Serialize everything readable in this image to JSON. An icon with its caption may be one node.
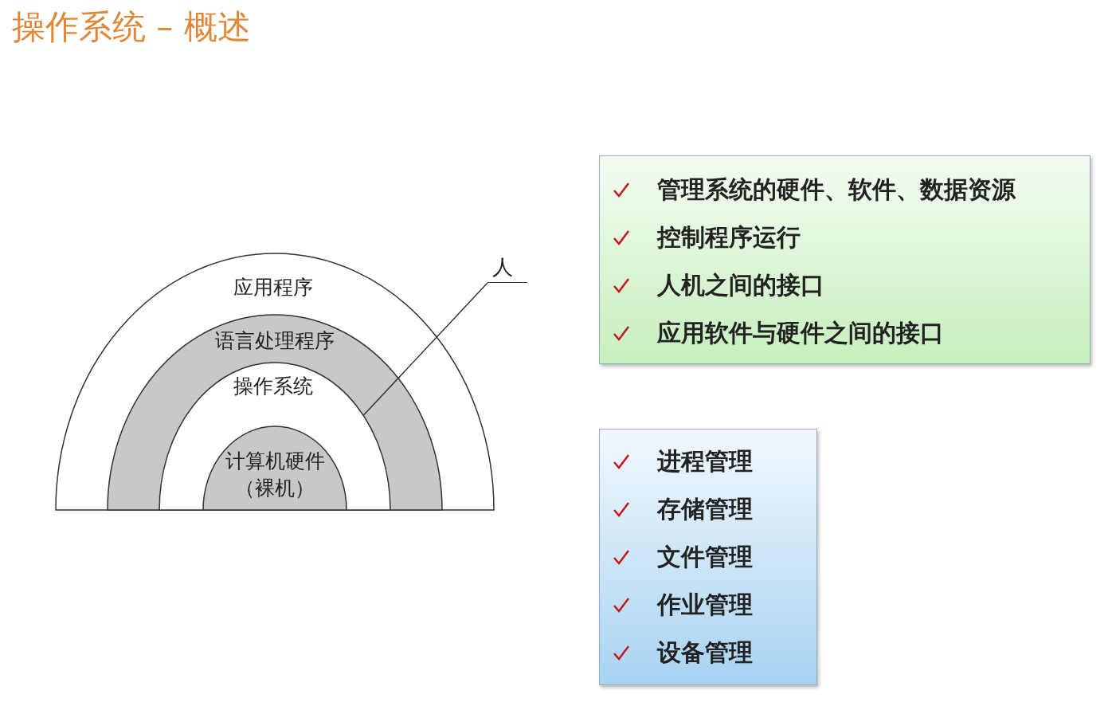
{
  "diagram": {
    "title": "操作系统 – 概述",
    "nodes": [
      {
        "text": [
          "应用程序"
        ]
      },
      {
        "text": [
          "语言处理程序"
        ],
        "in": 0
      },
      {
        "text": [
          "操作系统"
        ],
        "in": 1
      },
      {
        "text": [
          "计算机硬件",
          "（裸机）"
        ],
        "in": 2
      },
      {
        "text": [
          "人"
        ]
      },
      {
        "text": [
          "管理系统的硬件、软件、数据资源",
          "控制程序运行",
          "人机之间的接口",
          "应用软件与硬件之间的接口"
        ]
      },
      {
        "text": [
          "进程管理",
          "存储管理",
          "文件管理",
          "作业管理",
          "设备管理"
        ]
      }
    ],
    "edges": [
      {
        "from": 4,
        "to": 2,
        "arrow": "none"
      }
    ]
  }
}
